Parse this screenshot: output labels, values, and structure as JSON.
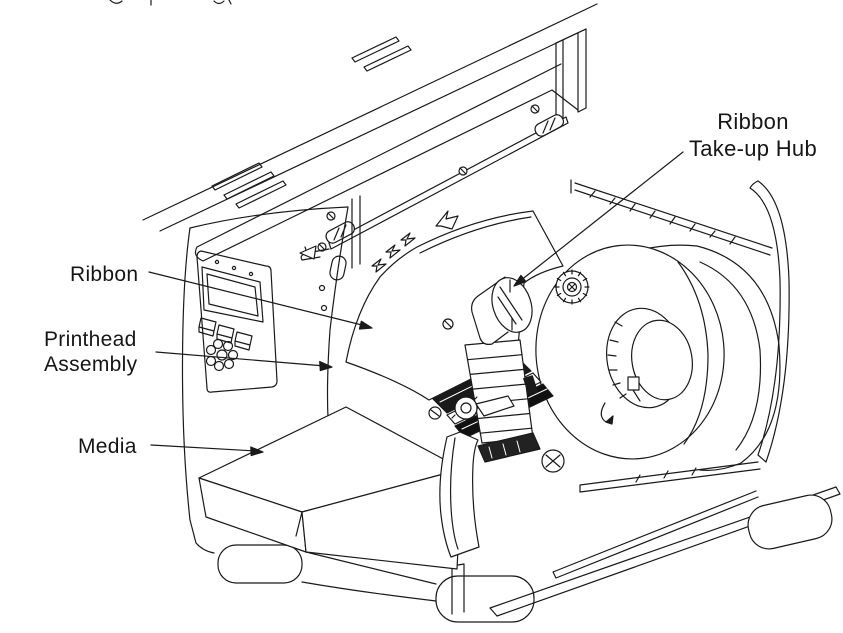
{
  "meta": {
    "title": "Printer ribbon and media loading diagram",
    "background_color": "#ffffff",
    "line_color": "#1a1a1a"
  },
  "callouts": {
    "ribbon_takeup_hub": {
      "line1": "Ribbon",
      "line2": "Take-up Hub"
    },
    "ribbon": {
      "label": "Ribbon"
    },
    "printhead_assembly": {
      "line1": "Printhead",
      "line2": "Assembly"
    },
    "media": {
      "label": "Media"
    }
  },
  "diagram_parts": [
    "printer-cover-open",
    "hinge-rail",
    "front-panel",
    "lcd-display",
    "keypad-buttons",
    "nav-wheel",
    "ribbon-band",
    "ribbon-take-up-hub",
    "ribbon-supply-spindle",
    "printhead-assembly",
    "platen-roller",
    "media-roll",
    "media-roll-retainer-disc",
    "media-hub-knob",
    "media-sheet",
    "media-guide",
    "printer-base",
    "media-compartment-frame"
  ]
}
